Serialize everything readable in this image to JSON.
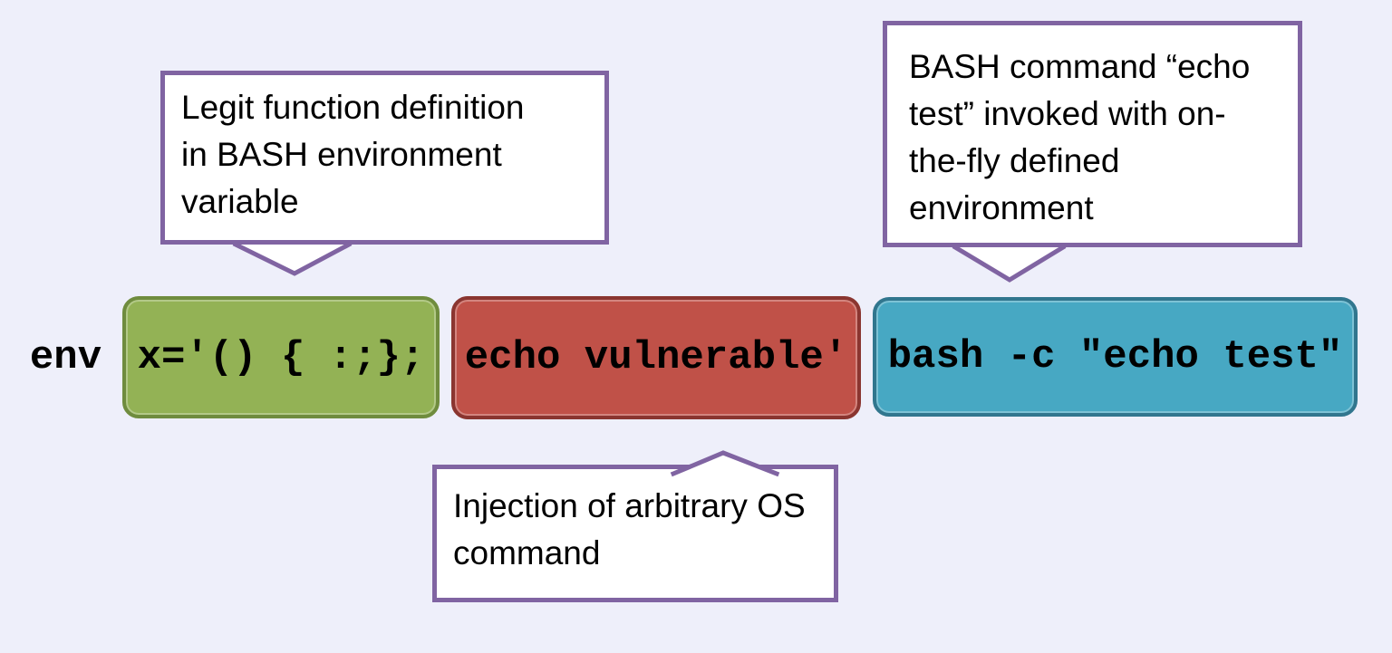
{
  "callouts": {
    "legit_function": {
      "lines": [
        "Legit function definition",
        "in BASH environment",
        "variable"
      ]
    },
    "bash_invocation": {
      "lines": [
        "BASH command “echo",
        "test” invoked with on-",
        "the-fly defined",
        "environment"
      ]
    },
    "os_injection": {
      "lines": [
        "Injection of arbitrary OS",
        "command"
      ]
    }
  },
  "command": {
    "prefix": "env",
    "segments": {
      "function_definition": {
        "text": "x='() { :;};",
        "fill": "#93B255",
        "border": "#6F8C3E"
      },
      "injected_command": {
        "text": "echo vulnerable'",
        "fill": "#C05148",
        "border": "#8A3530"
      },
      "bash_call": {
        "text": "bash -c \"echo test\"",
        "fill": "#47A8C3",
        "border": "#31768E"
      }
    }
  },
  "colors": {
    "background": "#EEEFFA",
    "callout_border": "#8064A2",
    "callout_fill": "#FFFFFF",
    "text": "#000000"
  }
}
